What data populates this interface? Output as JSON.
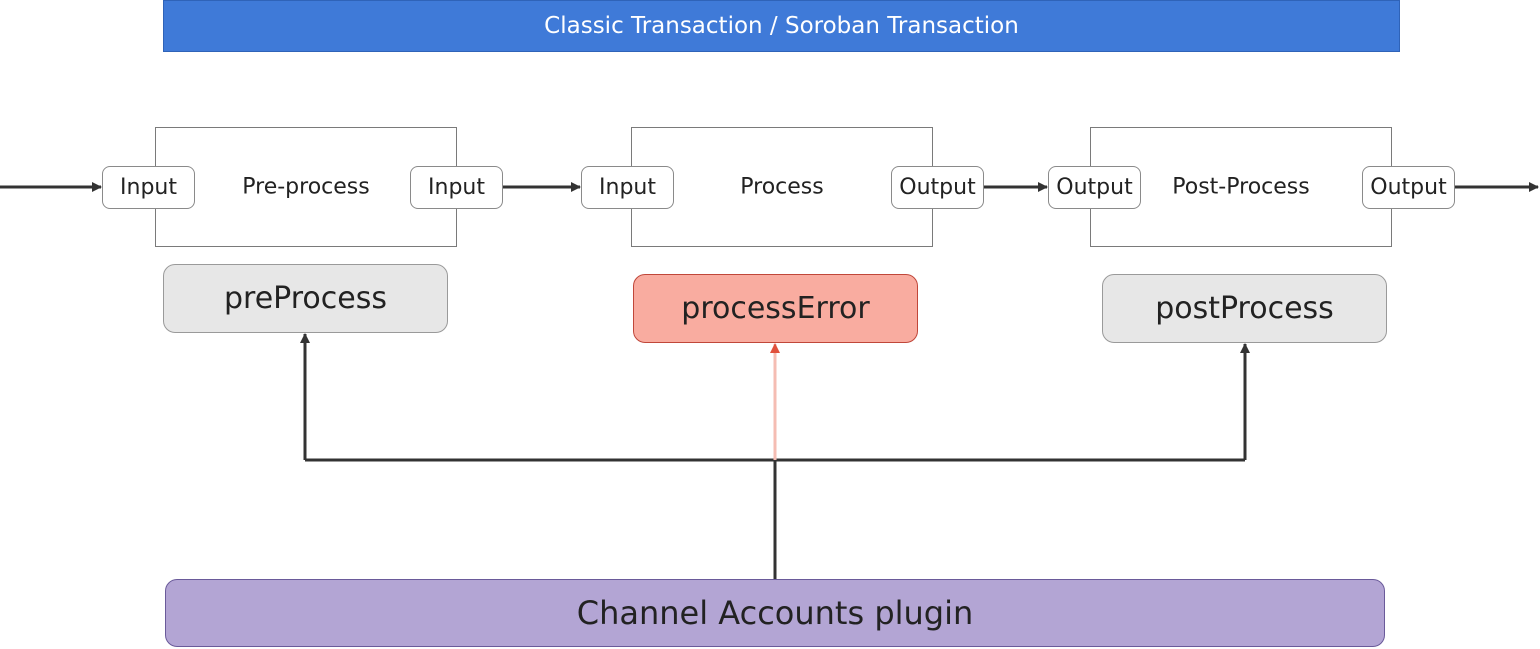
{
  "header": {
    "title": "Classic Transaction / Soroban Transaction"
  },
  "stages": [
    {
      "label": "Pre-process",
      "input_label": "Input",
      "output_label": "Input"
    },
    {
      "label": "Process",
      "input_label": "Input",
      "output_label": "Output"
    },
    {
      "label": "Post-Process",
      "input_label": "Output",
      "output_label": "Output"
    }
  ],
  "hooks": [
    {
      "label": "preProcess",
      "color": "#e7e7e7"
    },
    {
      "label": "processError",
      "color": "#f9aca0"
    },
    {
      "label": "postProcess",
      "color": "#e7e7e7"
    }
  ],
  "plugin": {
    "label": "Channel Accounts plugin",
    "color": "#b3a5d4"
  },
  "colors": {
    "header": "#3f7ad8",
    "error_arrow": "#e0503c",
    "arrow": "#333333"
  }
}
